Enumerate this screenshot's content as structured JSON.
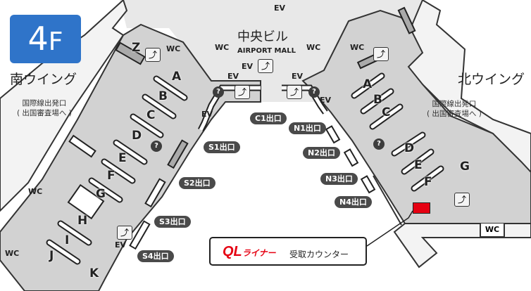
{
  "floor": "4",
  "floor_suffix": "F",
  "central": {
    "name": "中央ビル",
    "mall": "AIRPORT MALL"
  },
  "south_wing": {
    "name": "南ウイング",
    "departure": "国際線出発口",
    "departure_sub": "( 出国審査場へ )"
  },
  "north_wing": {
    "name": "北ウイング",
    "departure": "国際線出発口",
    "departure_sub": "( 出国審査場へ )"
  },
  "south_gates": [
    "Z",
    "A",
    "B",
    "C",
    "D",
    "E",
    "F",
    "G",
    "H",
    "I",
    "J",
    "K"
  ],
  "north_gates": [
    "A",
    "B",
    "C",
    "D",
    "E",
    "F",
    "G"
  ],
  "exits": {
    "c1": "C1出口",
    "n1": "N1出口",
    "n2": "N2出口",
    "n3": "N3出口",
    "n4": "N4出口",
    "s1": "S1出口",
    "s2": "S2出口",
    "s3": "S3出口",
    "s4": "S4出口"
  },
  "ev": "EV",
  "wc": "WC",
  "info": "?",
  "callout": {
    "brand": "QL",
    "brand_sub": "ライナー",
    "text": "受取カウンター"
  },
  "colors": {
    "floor_badge": "#2f74c9",
    "brand_red": "#e60012"
  }
}
